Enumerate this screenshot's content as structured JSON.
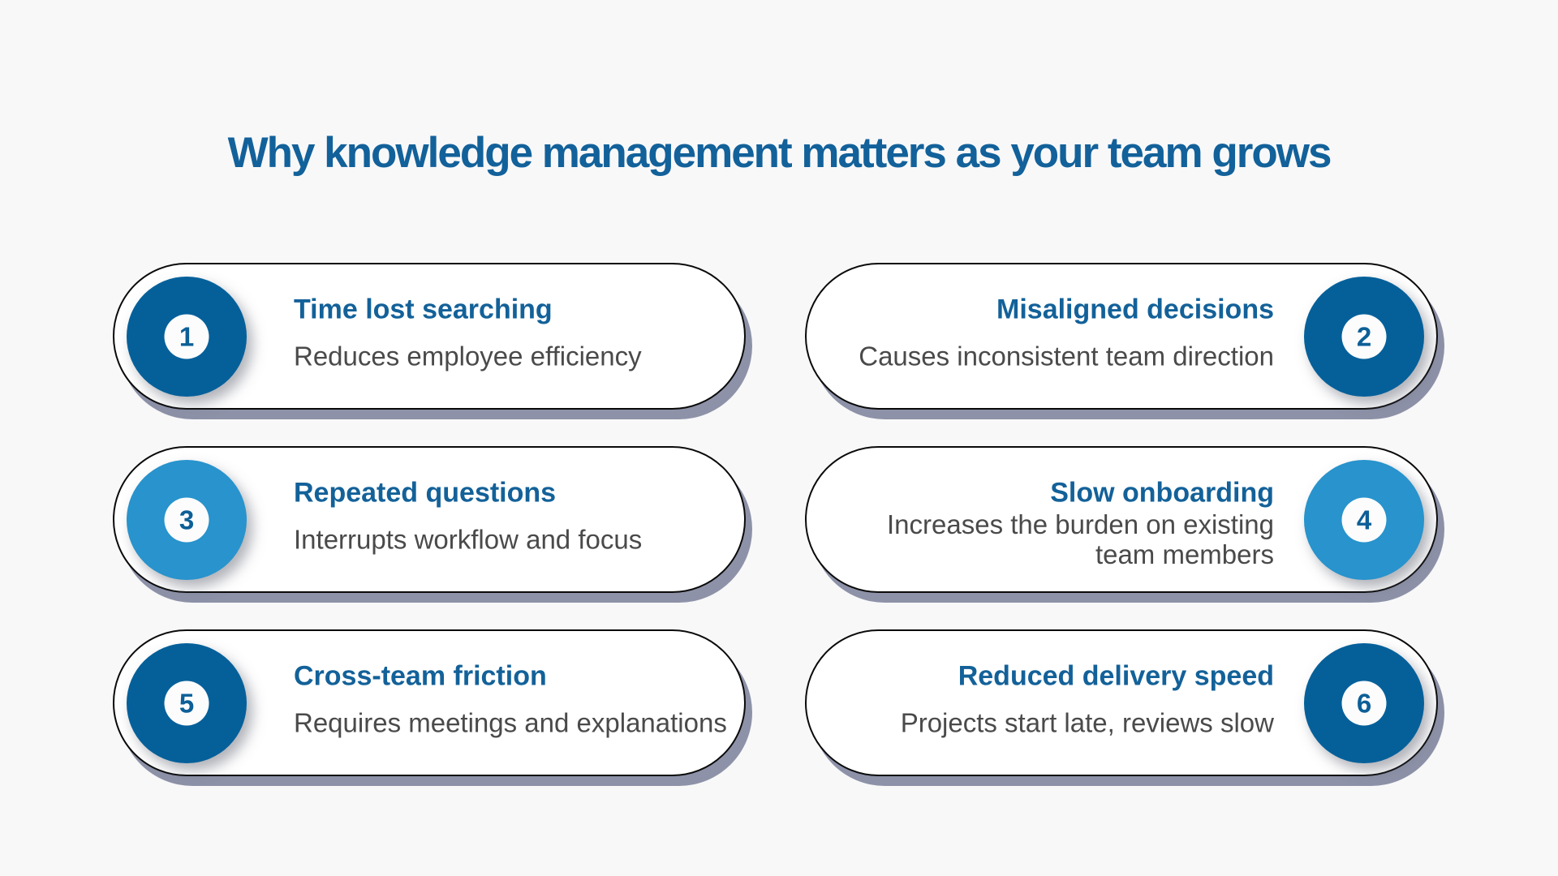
{
  "heading": {
    "text": "Why knowledge management matters as your team grows"
  },
  "colors": {
    "background": "#F8F8F9",
    "card_fill": "#FFFFFF",
    "card_border": "#0A0A0A",
    "card_shadow": "#8D92A8",
    "badge_dark_blue": "#05609A",
    "badge_light_blue": "#2893CC",
    "title_blue": "#136199",
    "subtitle_gray": "#4A4A4A",
    "heading_blue": "#12619A"
  },
  "cards": [
    {
      "number": "1",
      "title": "Time lost searching",
      "subtitle": "Reduces employee efficiency",
      "side": "left",
      "badge_color": "dark-blue"
    },
    {
      "number": "2",
      "title": "Misaligned decisions",
      "subtitle": "Causes inconsistent team direction",
      "side": "right",
      "badge_color": "dark-blue"
    },
    {
      "number": "3",
      "title": "Repeated questions",
      "subtitle": "Interrupts workflow and focus",
      "side": "left",
      "badge_color": "light-blue"
    },
    {
      "number": "4",
      "title": "Slow onboarding",
      "subtitle": "Increases the burden on existing team members",
      "side": "right",
      "badge_color": "light-blue"
    },
    {
      "number": "5",
      "title": "Cross-team friction",
      "subtitle": "Requires meetings and explanations",
      "side": "left",
      "badge_color": "dark-blue"
    },
    {
      "number": "6",
      "title": "Reduced delivery speed",
      "subtitle": "Projects start late, reviews slow",
      "side": "right",
      "badge_color": "dark-blue"
    }
  ]
}
